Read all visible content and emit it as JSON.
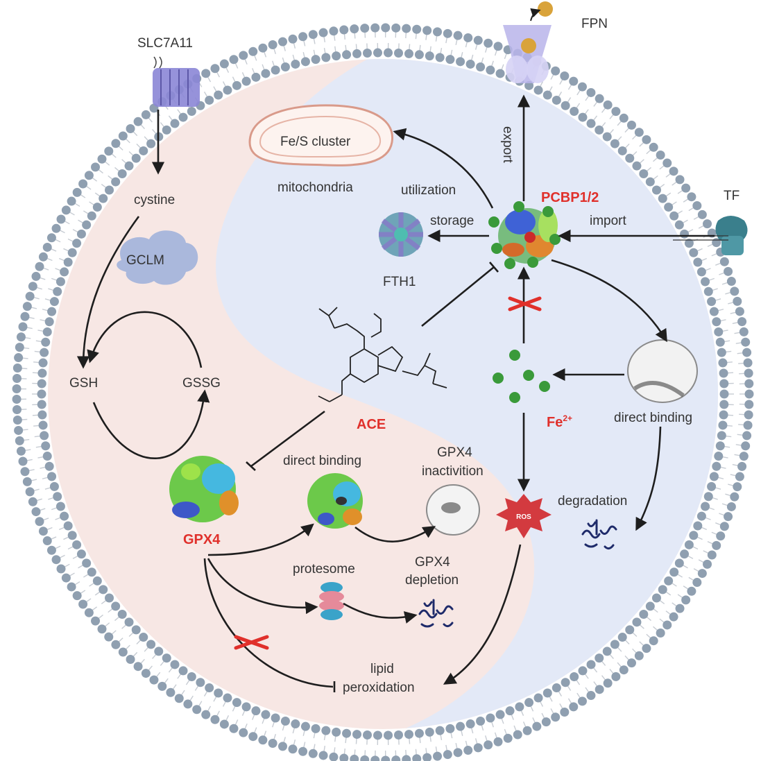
{
  "labels": {
    "slc7a11": "SLC7A11",
    "fpn": "FPN",
    "tf": "TF",
    "cystine": "cystine",
    "gclm": "GCLM",
    "gsh": "GSH",
    "gssg": "GSSG",
    "fe_s_cluster": "Fe/S cluster",
    "mitochondria": "mitochondria",
    "utilization": "utilization",
    "storage": "storage",
    "fth1": "FTH1",
    "export": "export",
    "import": "import",
    "pcbp": "PCBP1/2",
    "ace": "ACE",
    "fe_base": "Fe",
    "fe_sup": "2+",
    "direct_binding_right": "direct binding",
    "direct_binding_center": "direct binding",
    "gpx4": "GPX4",
    "gpx4_inactivation_1": "GPX4",
    "gpx4_inactivation_2": "inactivition",
    "ros": "ROS",
    "degradation": "degradation",
    "protesome": "protesome",
    "gpx4_depletion_1": "GPX4",
    "gpx4_depletion_2": "depletion",
    "lipid_peroxidation_1": "lipid",
    "lipid_peroxidation_2": "peroxidation"
  },
  "colors": {
    "left_region": "#f7e7e4",
    "right_region": "#e3e9f7",
    "membrane_head": "#8f9fb0",
    "membrane_tail": "#c7ccd3",
    "accent_red": "#e0302b",
    "ros_fill": "#d33a3f",
    "fe_green": "#3a9a3a",
    "gclm": "#aab8dc",
    "fth1": "#6fa4b8",
    "transporter": "#8b86d6",
    "fpn": "#b9b4ea",
    "iron_ball": "#d9a33a"
  },
  "icons": {
    "slc7a11": "transporter-icon",
    "fpn": "ferroportin-channel-icon",
    "tf": "transferrin-receptor-icon",
    "gclm": "cloud-protein-icon",
    "mitochondria": "mitochondria-icon",
    "fth1": "ferritin-icon",
    "pcbp": "protein-structure-icon",
    "ace": "chemical-structure-icon",
    "gpx4": "protein-surface-icon",
    "ros": "ros-burst-icon",
    "proteasome": "proteasome-icon",
    "block": "red-x-block-icon"
  }
}
